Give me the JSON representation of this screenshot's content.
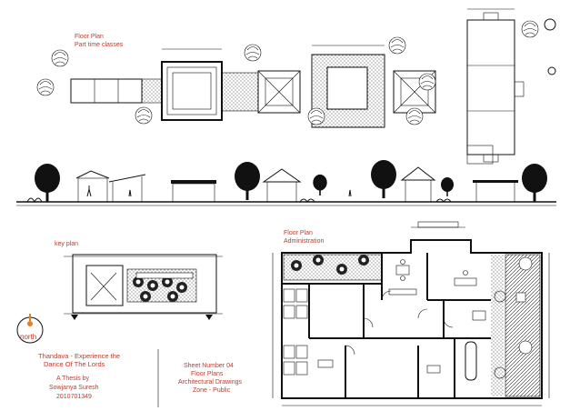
{
  "sheet": {
    "top_title": [
      "Floor Plan",
      "Part time classes"
    ],
    "key_plan_label": "key plan",
    "admin_title": [
      "Floor Plan",
      "Administration"
    ],
    "north_label": "north",
    "project_title": [
      "Thandava - Experience the",
      "Dance Of The Lords"
    ],
    "author_block": [
      "A Thesis by",
      "Sowjanya Suresh",
      "2010701349"
    ],
    "sheet_info": [
      "Sheet Number 04",
      "Floor Plans",
      "Architectural Drawings",
      "Zone - Public"
    ]
  },
  "colors": {
    "annotation_red": "#c0392b",
    "linework": "#111111",
    "north_marker": "#e67e22"
  }
}
